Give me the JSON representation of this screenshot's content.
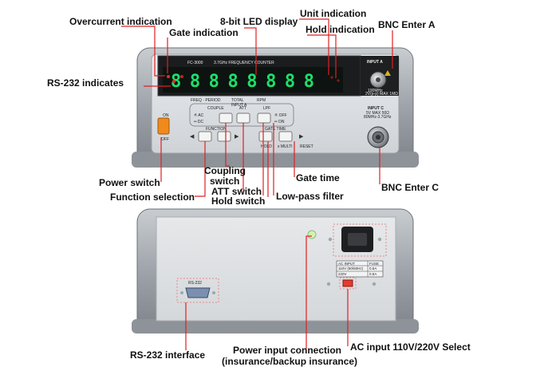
{
  "front_panel": {
    "model": "FC-3000",
    "title": "3.7GHz FREQUENCY COUNTER",
    "led_digits": "88888888",
    "input_a": {
      "name": "INPUT A",
      "spec_lines": [
        "100MHz",
        "2V(p-p) MAX 1MΩ"
      ]
    },
    "input_c": {
      "name": "INPUT C",
      "spec_lines": [
        "5V MAX 50Ω",
        "80MHz-3.7GHz"
      ]
    },
    "input_a_group": "INPUT A",
    "section_labels": [
      "FREQ · PERIOD",
      "TOTAL",
      "RPM"
    ],
    "coupling": {
      "label": "COUPLE",
      "on": "≙ AC",
      "off": "═ DC"
    },
    "att": {
      "label": "ATT"
    },
    "lpf": {
      "label": "LPF",
      "on": "≙ OFF",
      "off": "═ ON"
    },
    "function_label": "FUNCTION",
    "gate_time_label": "GATE TIME",
    "hold_label": "HOLD",
    "multi_label": "x MULTI",
    "reset_label": "RESET",
    "power": {
      "on": "ON",
      "off": "OFF"
    }
  },
  "back_panel": {
    "rs232": "RS-232",
    "ac_table": {
      "headers": [
        "AC INPUT",
        "FUSE"
      ],
      "rows": [
        [
          "110V (50/60Hz)",
          "0.5A"
        ],
        [
          "220V",
          "0.5A"
        ]
      ]
    }
  },
  "callouts": [
    {
      "id": "overcurrent",
      "text": "Overcurrent indication"
    },
    {
      "id": "gate",
      "text": "Gate indication"
    },
    {
      "id": "led",
      "text": "8-bit LED display"
    },
    {
      "id": "unit",
      "text": "Unit indication"
    },
    {
      "id": "bnc-a",
      "text": "BNC Enter A"
    },
    {
      "id": "hold-ind",
      "text": "Hold indication"
    },
    {
      "id": "rs232-ind",
      "text": "RS-232 indicates"
    },
    {
      "id": "power",
      "text": "Power switch"
    },
    {
      "id": "coupling",
      "text": "Coupling"
    },
    {
      "id": "coupling2",
      "text": "switch"
    },
    {
      "id": "gate-time",
      "text": "Gate time"
    },
    {
      "id": "function",
      "text": "Function selection"
    },
    {
      "id": "att",
      "text": "ATT switch"
    },
    {
      "id": "bnc-c",
      "text": "BNC Enter C"
    },
    {
      "id": "hold-sw",
      "text": "Hold switch"
    },
    {
      "id": "lpf",
      "text": "Low-pass filter"
    },
    {
      "id": "rs232-if",
      "text": "RS-232 interface"
    },
    {
      "id": "power-in",
      "text": "Power input connection"
    },
    {
      "id": "power-in2",
      "text": "(insurance/backup insurance)"
    },
    {
      "id": "ac-select",
      "text": "AC input 110V/220V Select"
    }
  ]
}
